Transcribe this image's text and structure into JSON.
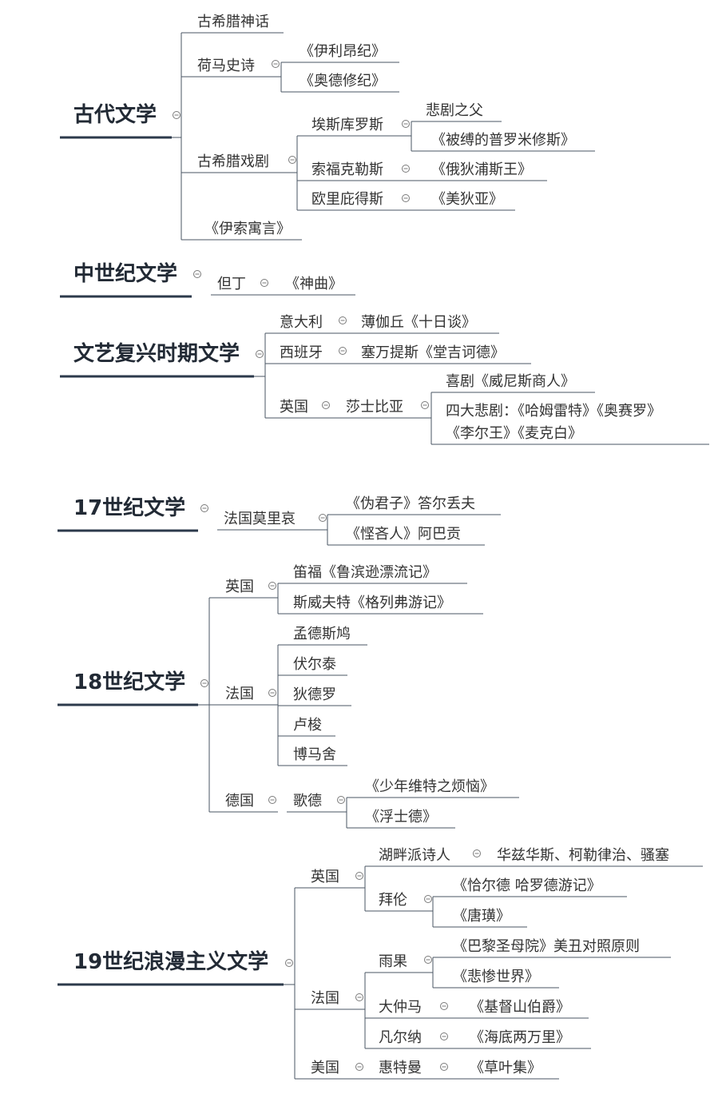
{
  "branches": [
    {
      "title": "古代文学",
      "children": [
        {
          "label": "古希腊神话"
        },
        {
          "label": "荷马史诗",
          "children": [
            {
              "label": "《伊利昂纪》"
            },
            {
              "label": "《奥德修纪》"
            }
          ]
        },
        {
          "label": "古希腊戏剧",
          "children": [
            {
              "label": "埃斯库罗斯",
              "children": [
                {
                  "label": "悲剧之父"
                },
                {
                  "label": "《被缚的普罗米修斯》"
                }
              ]
            },
            {
              "label": "索福克勒斯",
              "children": [
                {
                  "label": "《俄狄浦斯王》"
                }
              ]
            },
            {
              "label": "欧里庇得斯",
              "children": [
                {
                  "label": "《美狄亚》"
                }
              ]
            }
          ]
        },
        {
          "label": "《伊索寓言》"
        }
      ]
    },
    {
      "title": "中世纪文学",
      "children": [
        {
          "label": "但丁",
          "children": [
            {
              "label": "《神曲》"
            }
          ]
        }
      ]
    },
    {
      "title": "文艺复兴时期文学",
      "children": [
        {
          "label": "意大利",
          "children": [
            {
              "label": "薄伽丘《十日谈》"
            }
          ]
        },
        {
          "label": "西班牙",
          "children": [
            {
              "label": "塞万提斯《堂吉诃德》"
            }
          ]
        },
        {
          "label": "英国",
          "children": [
            {
              "label": "莎士比亚",
              "children": [
                {
                  "label": "喜剧《威尼斯商人》"
                },
                {
                  "label": "四大悲剧：《哈姆雷特》《奥赛罗》",
                  "label2": "《李尔王》《麦克白》"
                }
              ]
            }
          ]
        }
      ]
    },
    {
      "title": "17世纪文学",
      "children": [
        {
          "label": "法国莫里哀",
          "children": [
            {
              "label": "《伪君子》答尔丢夫"
            },
            {
              "label": "《悭吝人》阿巴贡"
            }
          ]
        }
      ]
    },
    {
      "title": "18世纪文学",
      "children": [
        {
          "label": "英国",
          "children": [
            {
              "label": "笛福《鲁滨逊漂流记》"
            },
            {
              "label": "斯威夫特《格列弗游记》"
            }
          ]
        },
        {
          "label": "法国",
          "children": [
            {
              "label": "孟德斯鸠"
            },
            {
              "label": "伏尔泰"
            },
            {
              "label": "狄德罗"
            },
            {
              "label": "卢梭"
            },
            {
              "label": "博马舍"
            }
          ]
        },
        {
          "label": "德国",
          "children": [
            {
              "label": "歌德",
              "children": [
                {
                  "label": "《少年维特之烦恼》"
                },
                {
                  "label": "《浮士德》"
                }
              ]
            }
          ]
        }
      ]
    },
    {
      "title": "19世纪浪漫主义文学",
      "children": [
        {
          "label": "英国",
          "children": [
            {
              "label": "湖畔派诗人",
              "children": [
                {
                  "label": "华兹华斯、柯勒律治、骚塞"
                }
              ]
            },
            {
              "label": "拜伦",
              "children": [
                {
                  "label": "《恰尔德 哈罗德游记》"
                },
                {
                  "label": "《唐璜》"
                }
              ]
            }
          ]
        },
        {
          "label": "法国",
          "children": [
            {
              "label": "雨果",
              "children": [
                {
                  "label": "《巴黎圣母院》美丑对照原则"
                },
                {
                  "label": "《悲惨世界》"
                }
              ]
            },
            {
              "label": "大仲马",
              "children": [
                {
                  "label": "《基督山伯爵》"
                }
              ]
            },
            {
              "label": "凡尔纳",
              "children": [
                {
                  "label": "《海底两万里》"
                }
              ]
            }
          ]
        },
        {
          "label": "美国",
          "children": [
            {
              "label": "惠特曼",
              "children": [
                {
                  "label": "《草叶集》"
                }
              ]
            }
          ]
        }
      ]
    }
  ]
}
